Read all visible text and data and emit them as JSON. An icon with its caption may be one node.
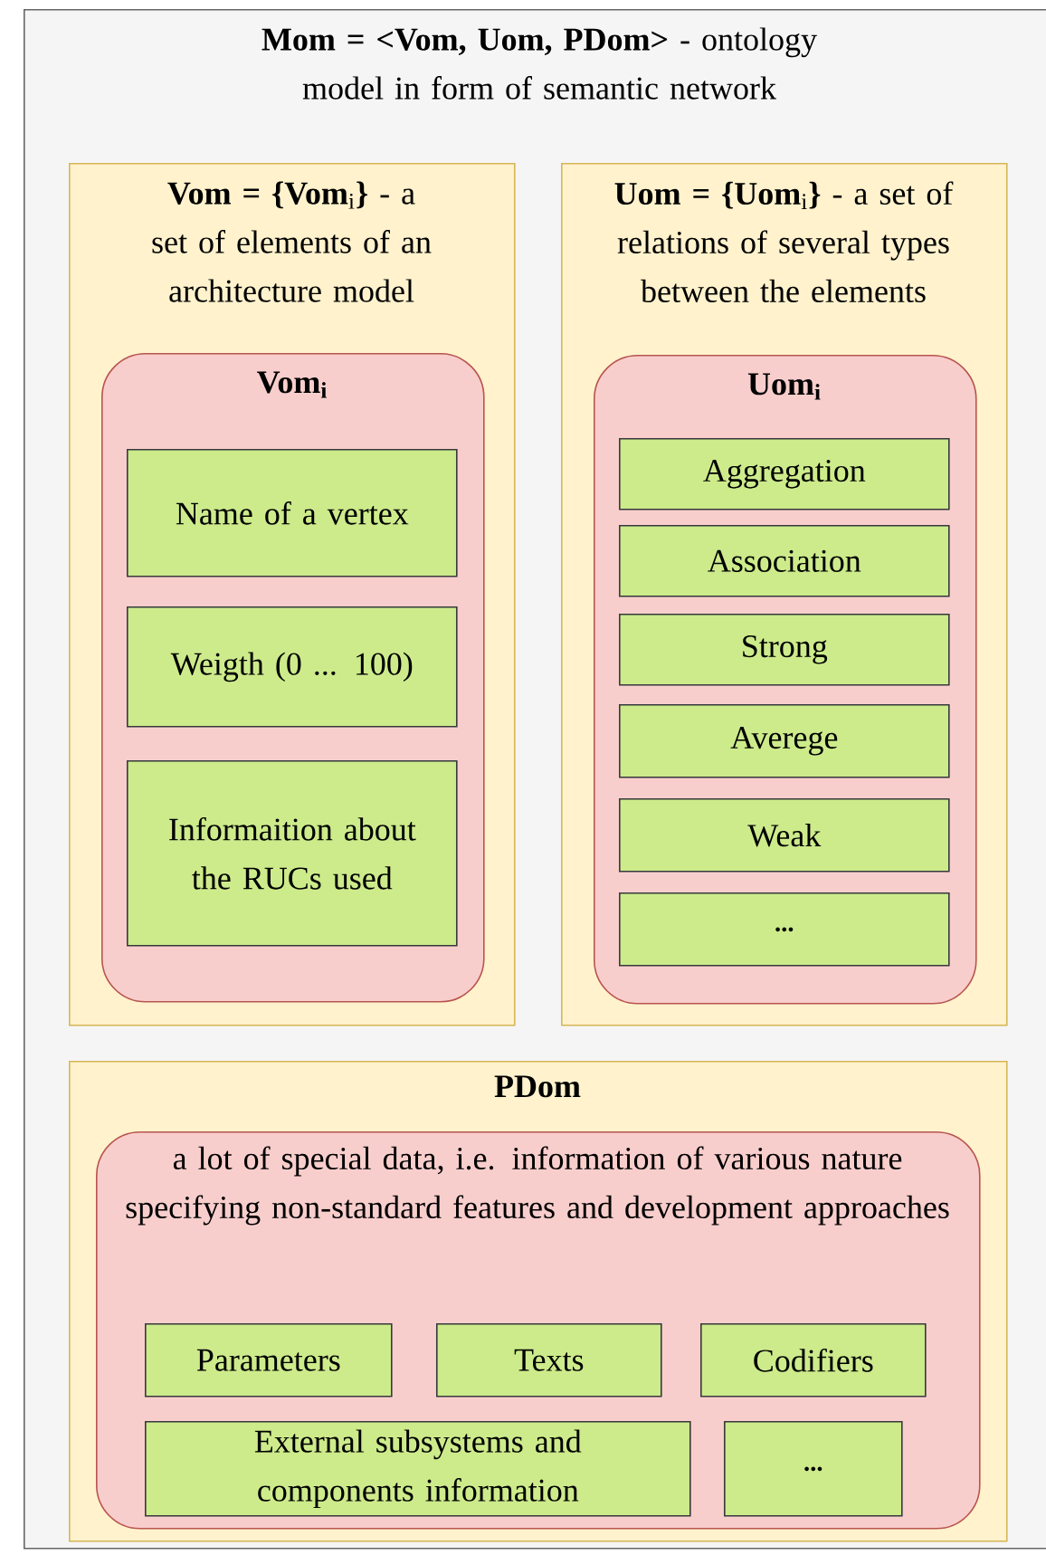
{
  "diagram": {
    "nodes": [
      {
        "text": [
          "**Mom = <Vom, Uom, PDom>** - ontology model in form of semantic network"
        ]
      },
      {
        "text": [
          "**Vom = {Vom**$_{i}$**}** - a set of elements of an architecture model"
        ],
        "in": 0
      },
      {
        "text": [
          "Vom$_{i}$"
        ],
        "in": 1
      },
      {
        "text": [
          "Name of a vertex"
        ],
        "in": 2
      },
      {
        "text": [
          "Weigth (0 ... 100)"
        ],
        "in": 2
      },
      {
        "text": [
          "Informaition about the RUCs used"
        ],
        "in": 2
      },
      {
        "text": [
          "**Uom = {Uom**$_{i}$**}** - a set of relations of several types between the elements"
        ],
        "in": 0
      },
      {
        "text": [
          "Uom$_{i}$"
        ],
        "in": 6
      },
      {
        "text": [
          "Aggregation"
        ],
        "in": 7
      },
      {
        "text": [
          "Association"
        ],
        "in": 7
      },
      {
        "text": [
          "Strong"
        ],
        "in": 7
      },
      {
        "text": [
          "Averege"
        ],
        "in": 7
      },
      {
        "text": [
          "Weak"
        ],
        "in": 7
      },
      {
        "text": [
          "..."
        ],
        "in": 7
      },
      {
        "text": [
          "PDom"
        ],
        "in": 0
      },
      {
        "text": [
          "a lot of special data, i.e. information of various nature specifying non-standard features and development approaches"
        ],
        "in": 14
      },
      {
        "text": [
          "Parameters"
        ],
        "in": 15
      },
      {
        "text": [
          "Texts"
        ],
        "in": 15
      },
      {
        "text": [
          "Codifiers"
        ],
        "in": 15
      },
      {
        "text": [
          "External subsystems and components information"
        ],
        "in": 15
      },
      {
        "text": [
          "..."
        ],
        "in": 15
      }
    ]
  }
}
